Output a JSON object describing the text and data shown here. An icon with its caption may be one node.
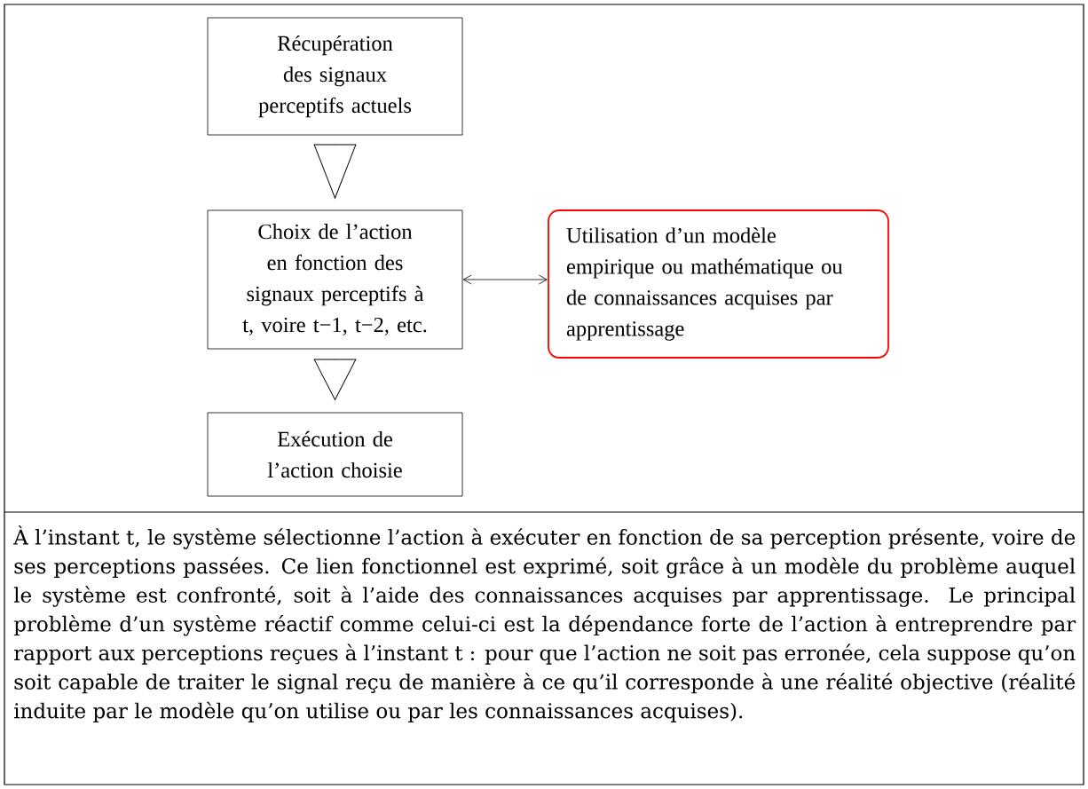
{
  "diagram": {
    "caption": "À l’instant t, le système sélectionne l’action à exécuter en fonction de sa perception présente, voire de ses perceptions passées. Ce lien fonctionnel est exprimé, soit grâce à un modèle du problème auquel le système est confronté, soit à l’aide des connaissances acquises par apprentissage. Le principal problème d’un système réactif comme celui-ci est la dépendance forte de l’action à entreprendre par rapport aux perceptions reçues à l’instant t : pour que l’action ne soit pas erronée, cela suppose qu’on soit capable de traiter le signal reçu de manière à ce qu’il corresponde à une réalité objective (réalité induite par le modèle qu’on utilise ou par les connaissances acquises).",
    "nodes": [
      {
        "text": [
          "Récupération des signaux perceptifs actuels"
        ]
      },
      {
        "text": [
          "Choix de l’action en fonction des signaux perceptifs à t, voire t−1, t−2, etc."
        ]
      },
      {
        "text": [
          "Utilisation d’un modèle empirique ou mathématique ou de connaissances acquises par apprentissage"
        ]
      },
      {
        "text": [
          "Exécution de l’action choisie"
        ]
      }
    ],
    "edges": [
      {
        "from": 0,
        "to": 1,
        "arrow": "to"
      },
      {
        "from": 1,
        "to": 3,
        "arrow": "to"
      },
      {
        "from": 1,
        "to": 2,
        "arrow": "both"
      }
    ]
  }
}
